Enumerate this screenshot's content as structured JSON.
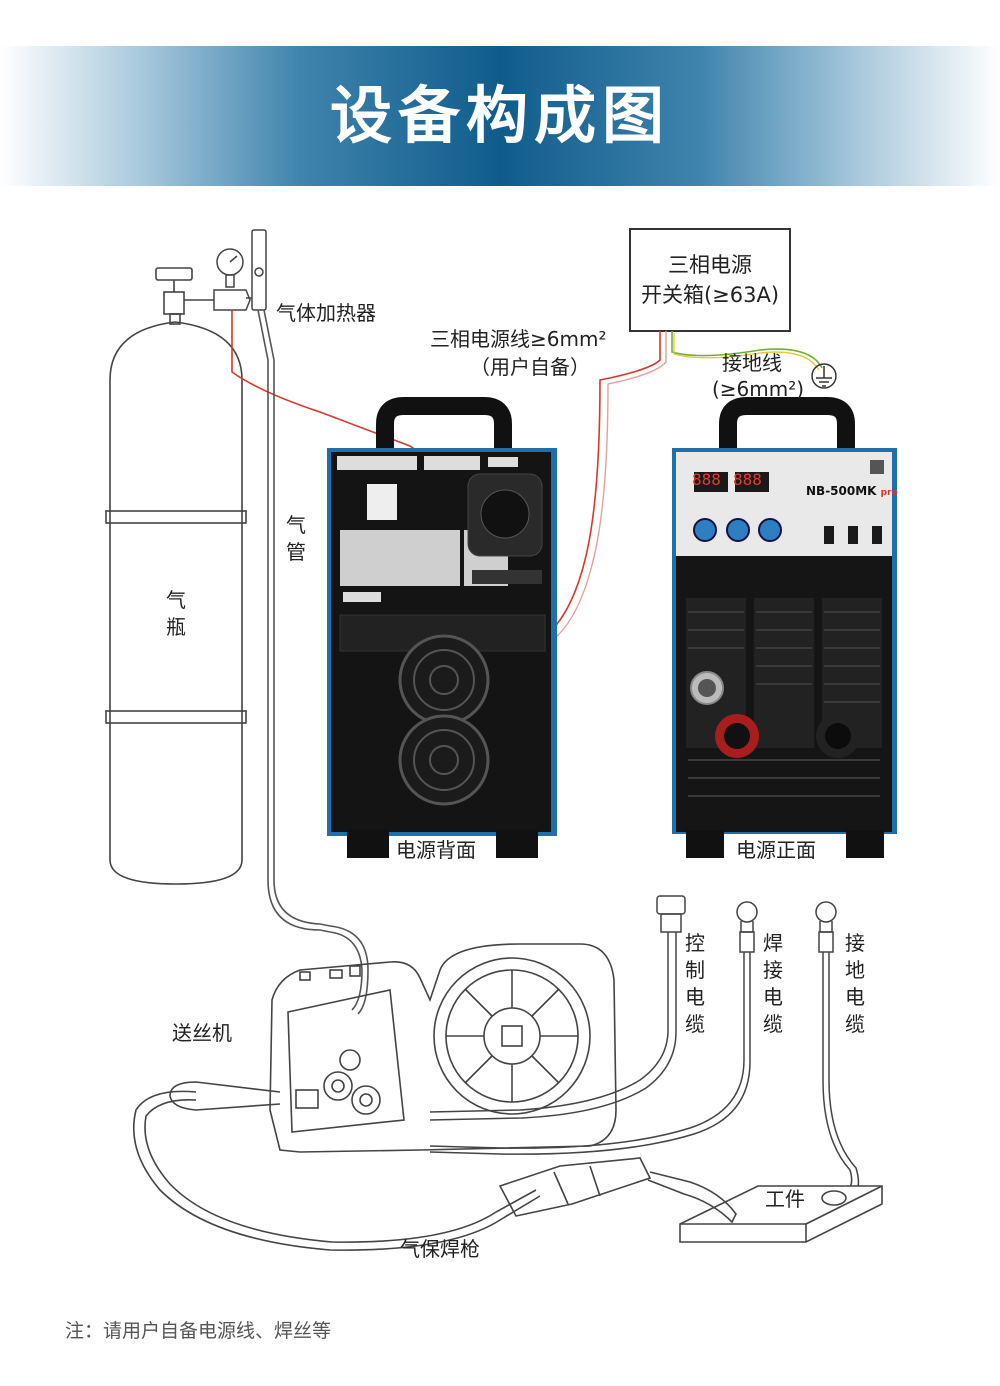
{
  "header": {
    "title": "设备构成图"
  },
  "labels": {
    "gas_heater": "气体加热器",
    "power_box_line1": "三相电源",
    "power_box_line2": "开关箱(≥63A)",
    "power_cable_line1": "三相电源线≥6mm²",
    "power_cable_line2": "（用户自备）",
    "ground_wire_line1": "接地线",
    "ground_wire_line2": "(≥6mm²)",
    "gas_hose": "气管",
    "gas_cylinder": "气瓶",
    "power_back": "电源背面",
    "power_front": "电源正面",
    "control_cable": "控制电缆",
    "welding_cable": "焊接电缆",
    "ground_cable": "接地电缆",
    "wire_feeder": "送丝机",
    "workpiece": "工件",
    "welding_gun": "气保焊枪"
  },
  "device": {
    "model": "NB-500MK",
    "model_suffix": "pro",
    "display_left": "888",
    "display_right": "888"
  },
  "footer": {
    "note": "注：请用户自备电源线、焊丝等"
  },
  "colors": {
    "banner_dark": "#0f5c8c",
    "panel_blue": "#1d6fae",
    "cable_red": "#d7372f",
    "cable_green": "#6fae3a",
    "cable_yellow": "#e8c635"
  }
}
